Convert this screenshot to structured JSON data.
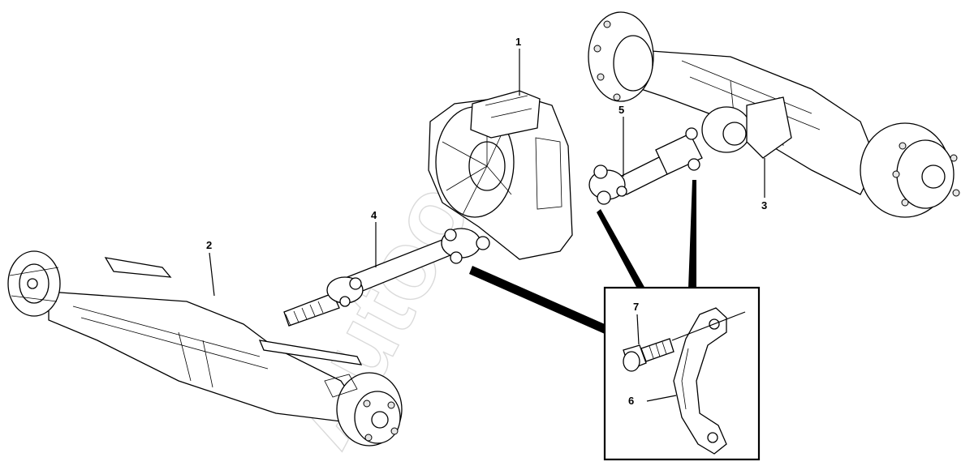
{
  "callouts": [
    {
      "id": "1",
      "label": "1"
    },
    {
      "id": "2",
      "label": "2"
    },
    {
      "id": "3",
      "label": "3"
    },
    {
      "id": "4",
      "label": "4"
    },
    {
      "id": "5",
      "label": "5"
    },
    {
      "id": "6",
      "label": "6"
    },
    {
      "id": "7",
      "label": "7"
    }
  ],
  "watermark": "Autoo"
}
